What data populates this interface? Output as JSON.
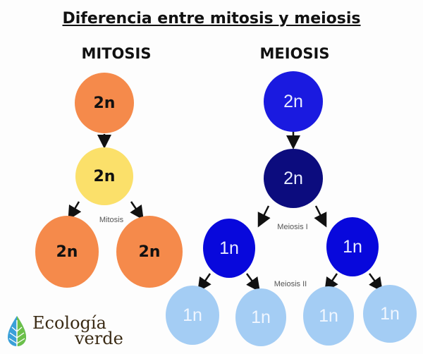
{
  "title": "Diferencia entre mitosis y meiosis",
  "mitosis": {
    "heading": "MITOSIS",
    "parent": "2n",
    "middle": "2n",
    "process_label": "Mitosis",
    "daughters": [
      "2n",
      "2n"
    ]
  },
  "meiosis": {
    "heading": "MEIOSIS",
    "parent": "2n",
    "middle": "2n",
    "stage1_label": "Meiosis I",
    "stage1_cells": [
      "1n",
      "1n"
    ],
    "stage2_label": "Meiosis II",
    "stage2_cells": [
      "1n",
      "1n",
      "1n",
      "1n"
    ]
  },
  "colors": {
    "orange": "#f58a4b",
    "yellow": "#fbe06a",
    "blue": "#1a1ae0",
    "navy": "#0c0c7e",
    "light_blue": "#a4cdf4"
  },
  "logo": {
    "line1": "Ecología",
    "line2": "verde"
  }
}
